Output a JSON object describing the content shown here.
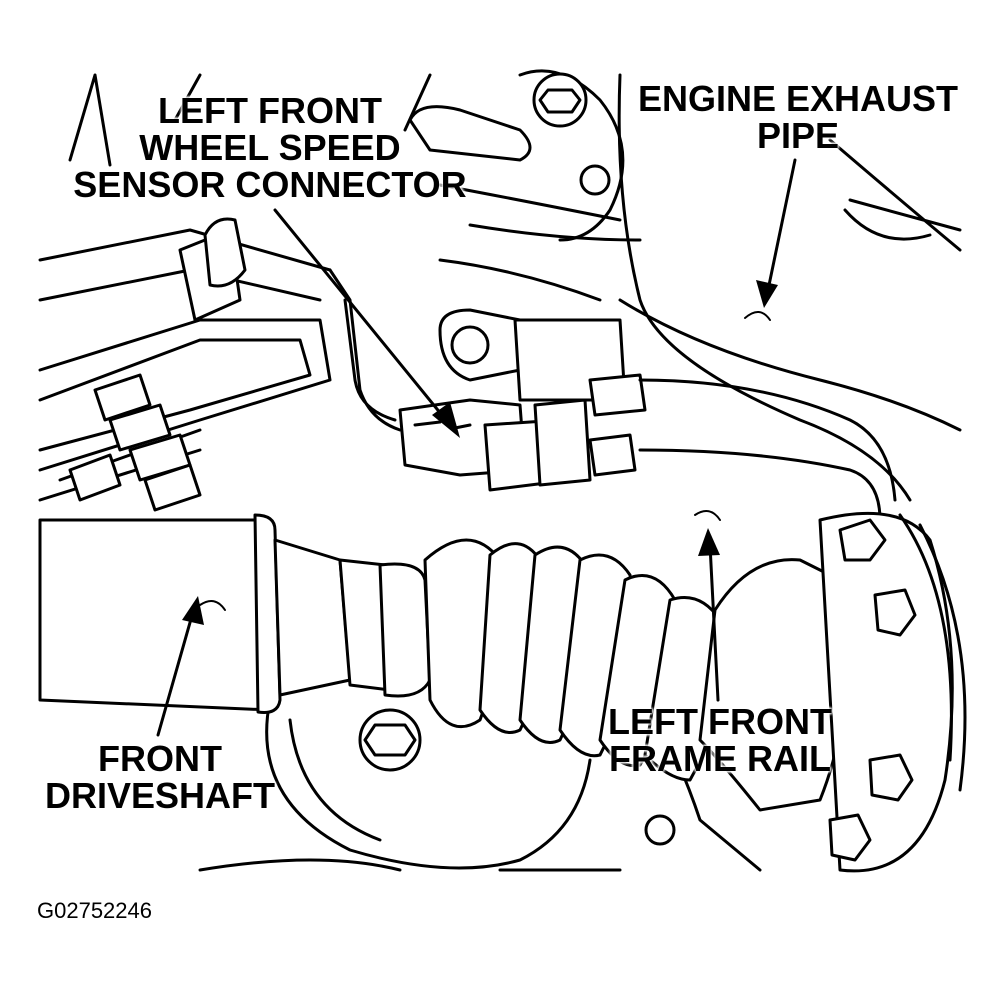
{
  "labels": {
    "sensor_connector": [
      "LEFT FRONT",
      "WHEEL SPEED",
      "SENSOR CONNECTOR"
    ],
    "exhaust_pipe": [
      "ENGINE EXHAUST",
      "PIPE"
    ],
    "front_driveshaft": [
      "FRONT",
      "DRIVESHAFT"
    ],
    "frame_rail": [
      "LEFT FRONT",
      "FRAME RAIL"
    ]
  },
  "figure_id": "G02752246"
}
